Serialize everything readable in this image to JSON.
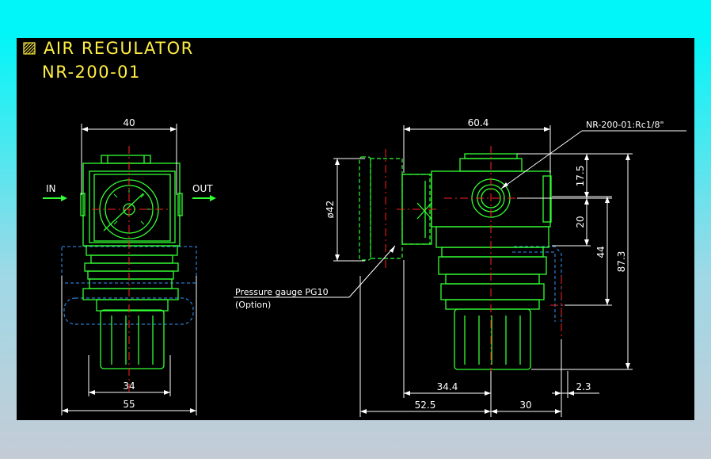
{
  "title": {
    "line1": "AIR REGULATOR",
    "line2": "NR-200-01"
  },
  "labels": {
    "in": "IN",
    "out": "OUT",
    "port_callout": "NR-200-01:Rc1/8\"",
    "gauge_line1": "Pressure gauge PG10",
    "gauge_line2": "(Option)"
  },
  "dimensions": {
    "front_width": "40",
    "front_bottom_inner": "34",
    "front_bottom_outer": "55",
    "side_top": "60.4",
    "side_gauge_dia": "ø42",
    "side_h1": "17.5",
    "side_h2": "20",
    "side_h3": "44",
    "side_h4": "87.3",
    "side_bottom_a": "34.4",
    "side_bottom_b": "2.3",
    "side_bottom_c": "52.5",
    "side_bottom_d": "30"
  },
  "colors": {
    "background_top": "#00f6f8",
    "drawing_bg": "#000000",
    "outline": "#33ff33",
    "center": "#ff2020",
    "dimension": "#ffffff",
    "hidden": "#3399ff",
    "title_text": "#ffee44"
  }
}
